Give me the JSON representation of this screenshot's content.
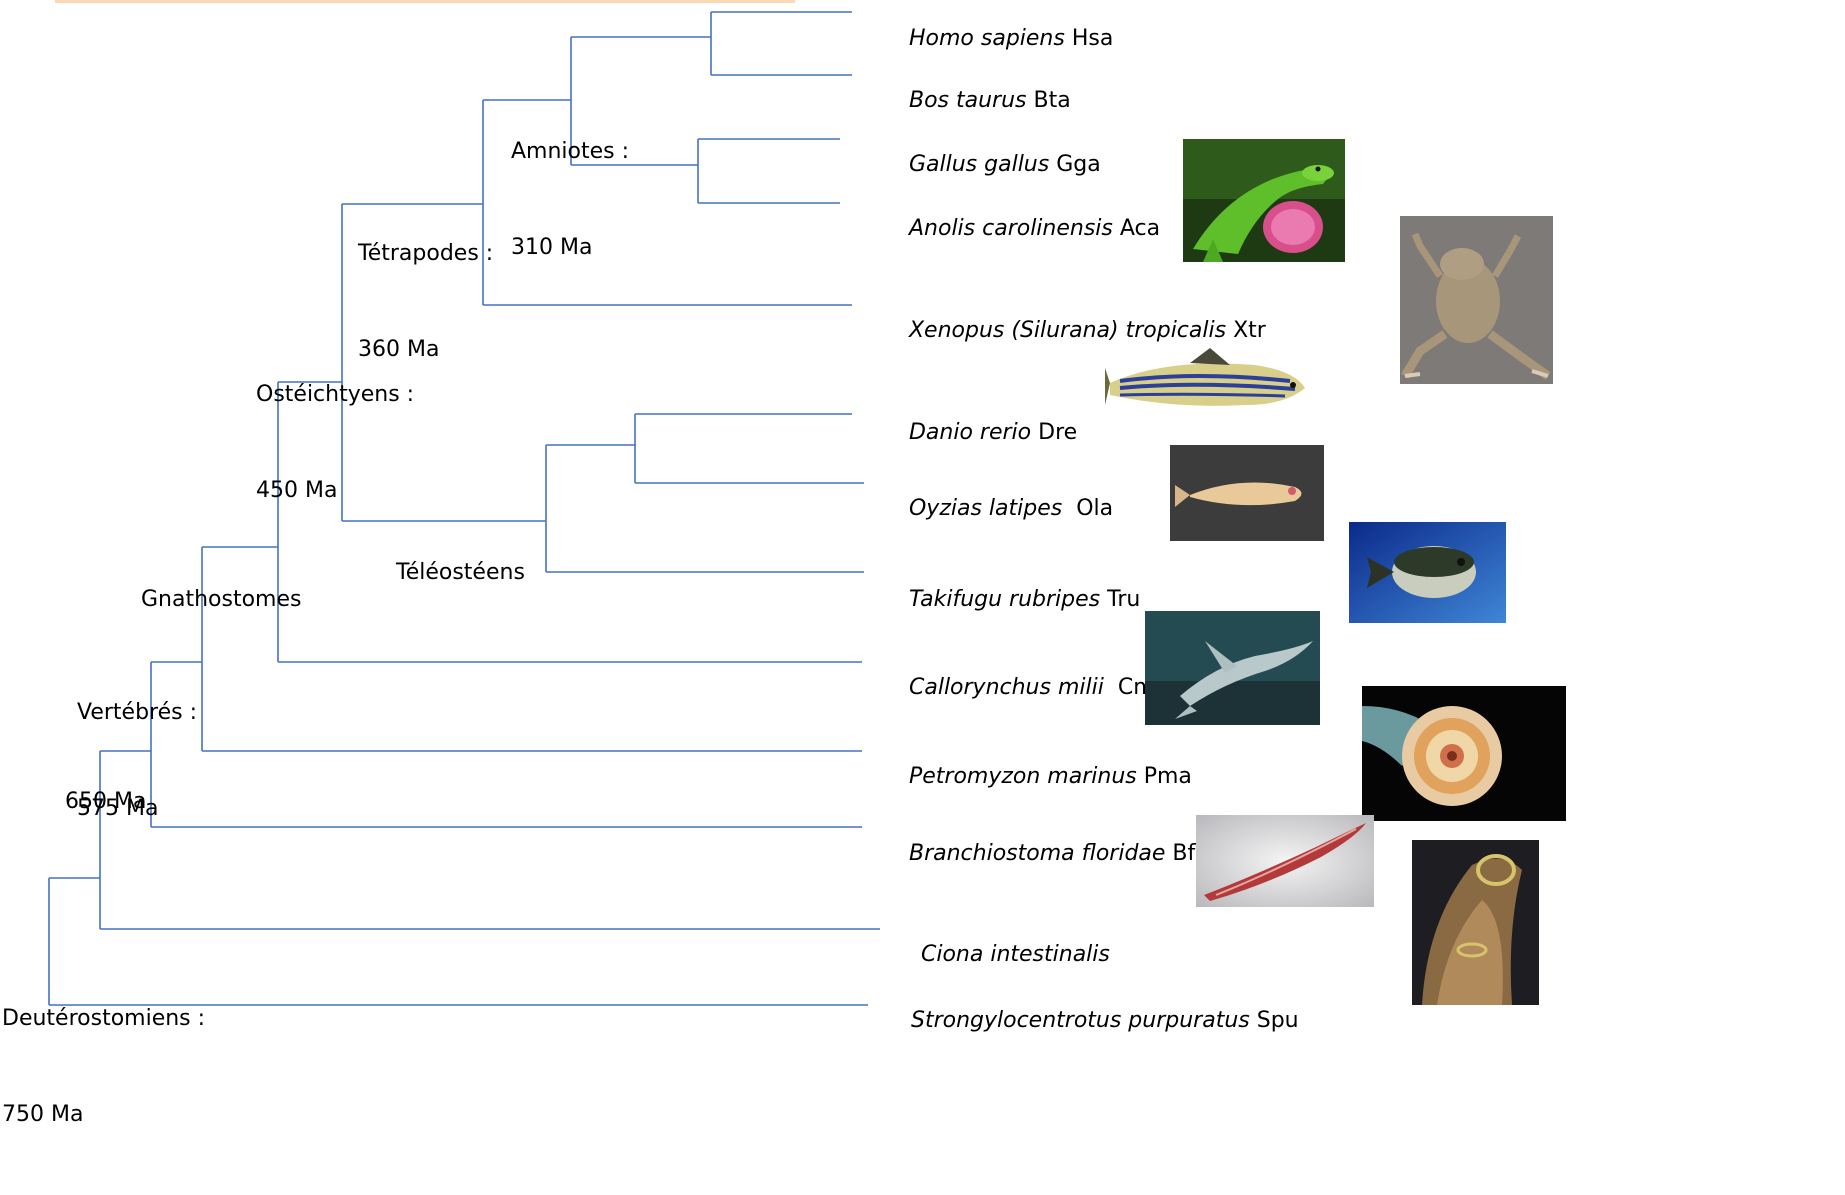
{
  "nodes": {
    "deuterostomes": {
      "name": "Deutérostomiens :",
      "age": "750 Ma"
    },
    "n650": {
      "age": "650 Ma"
    },
    "vertebres": {
      "name": "Vertébrés :",
      "age": "575 Ma"
    },
    "gnathostomes": {
      "name": "Gnathostomes"
    },
    "osteichthyes": {
      "name": "Ostéichtyens :",
      "age": "450 Ma"
    },
    "tetrapodes": {
      "name": "Tétrapodes :",
      "age": "360 Ma"
    },
    "amniotes": {
      "name": "Amniotes :",
      "age": "310 Ma"
    },
    "teleosteens": {
      "name": "Téléostéens"
    }
  },
  "taxa": [
    {
      "species": "Homo sapiens",
      "code": "Hsa"
    },
    {
      "species": "Bos taurus",
      "code": "Bta"
    },
    {
      "species": "Gallus gallus",
      "code": "Gga"
    },
    {
      "species": "Anolis carolinensis",
      "code": "Aca"
    },
    {
      "species": "Xenopus (Silurana) tropicalis",
      "code": "Xtr"
    },
    {
      "species": "Danio rerio",
      "code": "Dre"
    },
    {
      "species": "Oyzias latipes",
      "code": " Ola"
    },
    {
      "species": "Takifugu rubripes",
      "code": "Tru"
    },
    {
      "species": "Callorynchus milii",
      "code": " Cmi"
    },
    {
      "species": "Petromyzon marinus",
      "code": "Pma"
    },
    {
      "species": "Branchiostoma floridae",
      "code": "Bfl"
    },
    {
      "species": "Ciona intestinalis",
      "code": ""
    },
    {
      "species": "Strongylocentrotus purpuratus",
      "code": "Spu"
    }
  ],
  "colors": {
    "branch": "#4472c4",
    "top_bar": "#f9d9b4"
  },
  "photos": [
    {
      "subject": "anole-lizard"
    },
    {
      "subject": "xenopus-frog"
    },
    {
      "subject": "zebrafish"
    },
    {
      "subject": "medaka"
    },
    {
      "subject": "pufferfish"
    },
    {
      "subject": "elephant-shark"
    },
    {
      "subject": "lamprey-mouth"
    },
    {
      "subject": "amphioxus"
    },
    {
      "subject": "ciona"
    }
  ]
}
